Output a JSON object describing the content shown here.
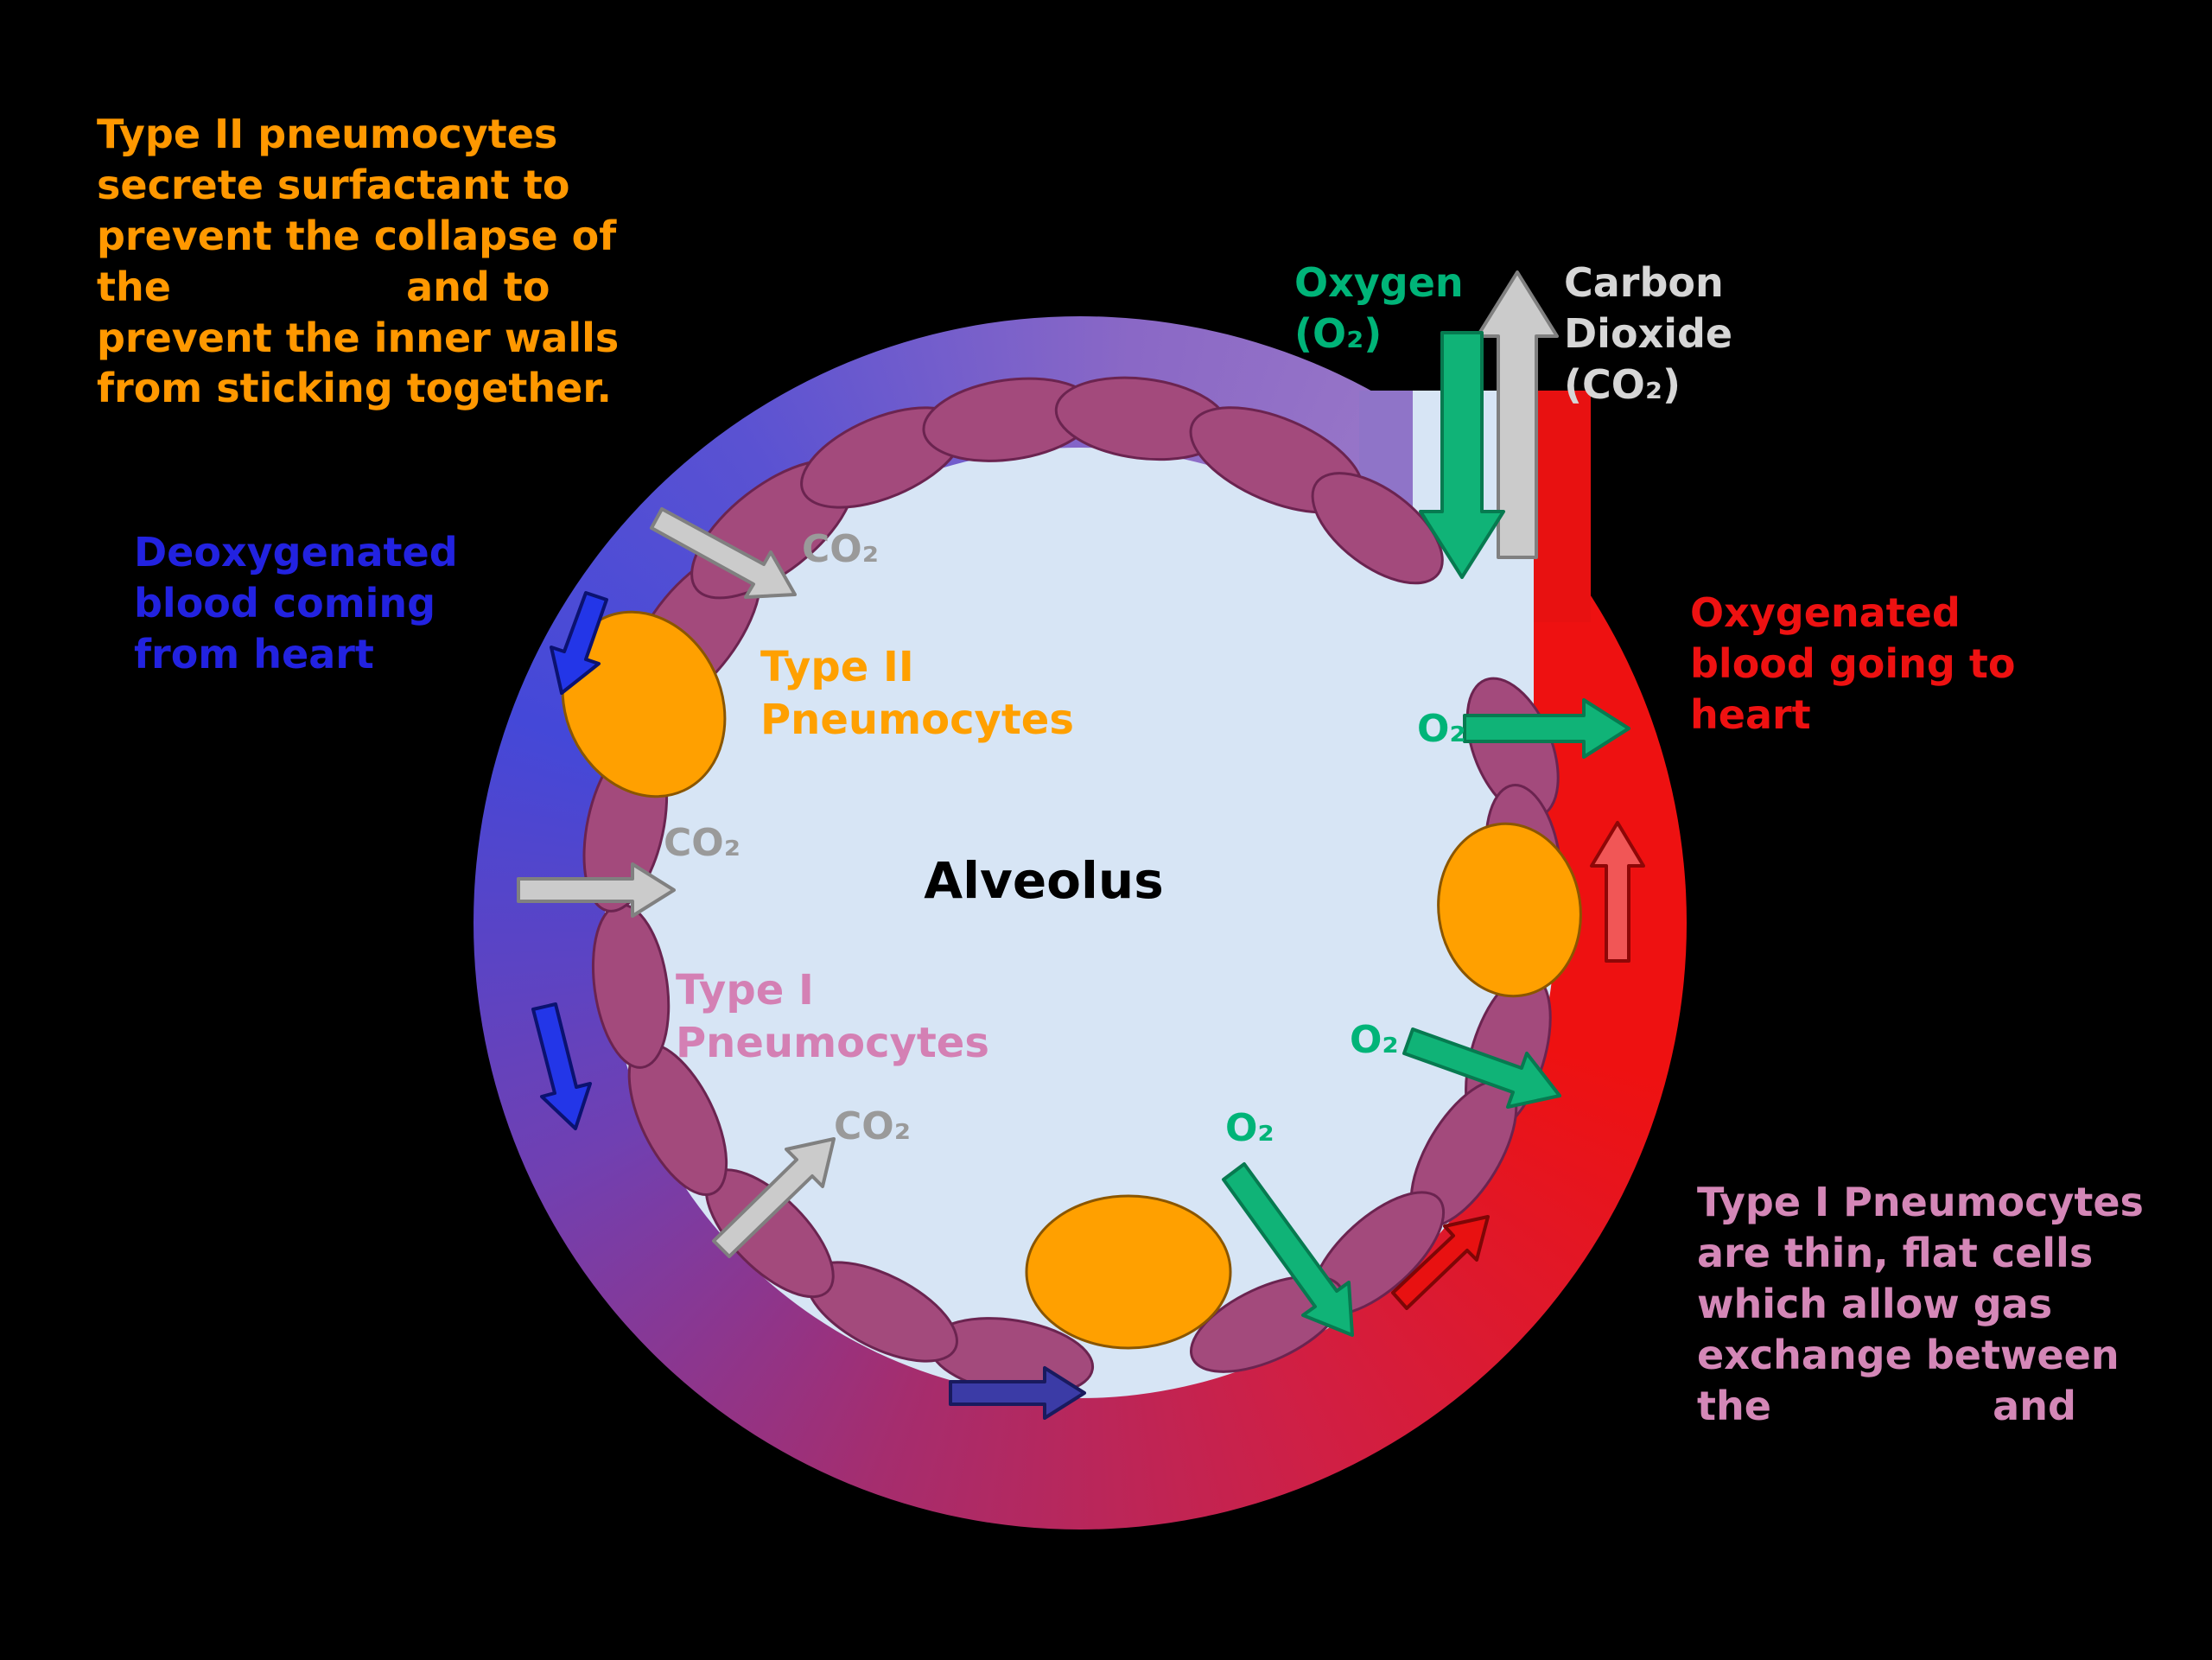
{
  "colors": {
    "background": "#000000",
    "orange_accent": "#ff9800",
    "blue_accent": "#2222e0",
    "red_accent": "#ee1111",
    "pink_accent": "#d487b7",
    "green_accent": "#00b478",
    "gray_accent": "#9a9a9a",
    "alveolus_fill": "#d7e5f5",
    "type1_cell_fill": "#a34a7c",
    "type2_cell_fill": "#ffa000"
  },
  "annotations": {
    "type2_note": "Type II pneumocytes\nsecrete surfactant to\nprevent the collapse of\nthe                 and to\nprevent the inner walls\nfrom sticking together.",
    "deoxygenated_note": "Deoxygenated\nblood coming\nfrom heart",
    "oxygenated_note": "Oxygenated\nblood going to\nheart",
    "type1_note": "Type I Pneumocytes\nare thin, flat cells\nwhich allow gas\nexchange between\nthe                and"
  },
  "labels": {
    "oxygen": "Oxygen\n(O₂)",
    "carbon_dioxide": "Carbon\nDioxide\n(CO₂)",
    "alveolus": "Alveolus",
    "type2_cells": "Type II\nPneumocytes",
    "type1_cells": "Type I\nPneumocytes",
    "co2": "CO₂",
    "o2": "O₂"
  }
}
